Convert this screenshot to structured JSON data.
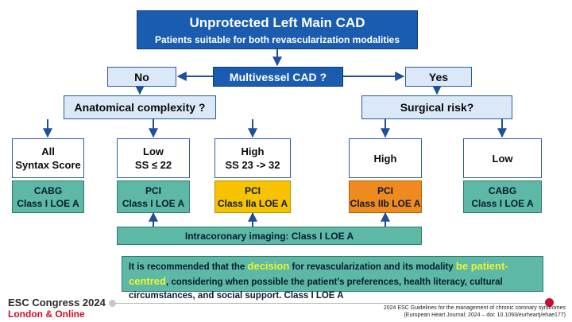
{
  "title": "Unprotected Left Main CAD",
  "subtitle": "Patients suitable for both revascularization modalities",
  "multivessel": "Multivessel CAD ?",
  "no": "No",
  "yes": "Yes",
  "anatomical": "Anatomical complexity ?",
  "surgical": "Surgical risk?",
  "left_boxes": [
    {
      "line1": "All",
      "line2": "Syntax Score"
    },
    {
      "line1": "Low",
      "line2": "SS ≤ 22"
    },
    {
      "line1": "High",
      "line2": "SS 23 -> 32"
    }
  ],
  "right_boxes": [
    {
      "line1": "High"
    },
    {
      "line1": "Low"
    }
  ],
  "recs": [
    {
      "line1": "CABG",
      "line2": "Class I LOE A"
    },
    {
      "line1": "PCI",
      "line2": "Class I LOE A"
    },
    {
      "line1": "PCI",
      "line2": "Class IIa LOE A"
    },
    {
      "line1": "PCI",
      "line2": "Class IIb LOE A"
    },
    {
      "line1": "CABG",
      "line2": "Class I LOE A"
    }
  ],
  "intracoronary": "Intracoronary imaging: Class I LOE A",
  "statement": {
    "part1": "It is recommended that the ",
    "highlight1": "decision",
    "part2": " for revascularization and its modality ",
    "highlight2": "be patient-centred",
    "part3": ", considering when possible the patient’s preferences, health literacy, cultural circumstances, and social support. Class I LOE A"
  },
  "footer": {
    "congress": "ESC Congress 2024",
    "location": "London & Online",
    "citation_line1": "2024 ESC Guidelines for the management of chronic coronary syndromes",
    "citation_line2": "(European Heart Journal; 2024 – doi: 10.1093/eurheartj/ehae177)"
  },
  "colors": {
    "dark_blue": "#1a5cb0",
    "light_blue": "#dbe8f8",
    "teal": "#5db8a5",
    "yellow": "#f7c300",
    "orange": "#ef8a1e",
    "highlight": "#f2f229",
    "connector": "#1e4f9a"
  }
}
